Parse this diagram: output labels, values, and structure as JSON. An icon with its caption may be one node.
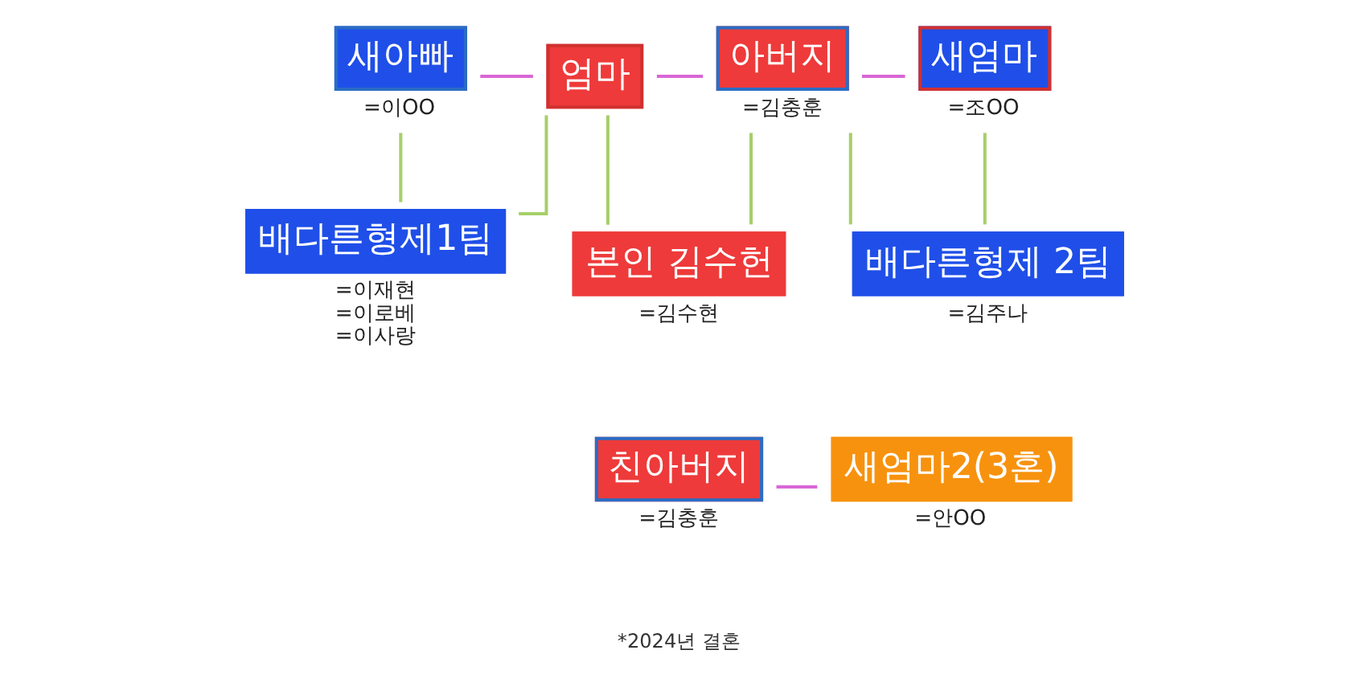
{
  "diagram": {
    "nodes": [
      {
        "text": [
          "새아빠"
        ],
        "beside": [
          "=이OO"
        ]
      },
      {
        "text": [
          "엄마"
        ]
      },
      {
        "text": [
          "아버지"
        ],
        "beside": [
          "=김충훈"
        ]
      },
      {
        "text": [
          "새엄마"
        ],
        "beside": [
          "=조OO"
        ]
      },
      {
        "text": [
          "배다른형제1팀"
        ],
        "beside": [
          "=이재현",
          "=이로베",
          "=이사랑"
        ]
      },
      {
        "text": [
          "본인 김수헌"
        ],
        "beside": [
          "=김수현"
        ]
      },
      {
        "text": [
          "배다른형제 2팀"
        ],
        "beside": [
          "=김주나"
        ]
      },
      {
        "text": [
          "친아버지"
        ],
        "beside": [
          "=김충훈"
        ]
      },
      {
        "text": [
          "새엄마2(3혼)"
        ],
        "beside": [
          "=안OO"
        ]
      }
    ],
    "edges": [
      {
        "from": 0,
        "to": 1,
        "arrow": "none",
        "color": "#d966d6"
      },
      {
        "from": 1,
        "to": 2,
        "arrow": "none",
        "color": "#d966d6"
      },
      {
        "from": 2,
        "to": 3,
        "arrow": "none",
        "color": "#d966d6"
      },
      {
        "from": 0,
        "to": 4,
        "arrow": "none",
        "color": "#a6cf6a"
      },
      {
        "from": 1,
        "to": 4,
        "arrow": "none",
        "color": "#a6cf6a"
      },
      {
        "from": 1,
        "to": 5,
        "arrow": "none",
        "color": "#a6cf6a"
      },
      {
        "from": 2,
        "to": 5,
        "arrow": "none",
        "color": "#a6cf6a"
      },
      {
        "from": 2,
        "to": 6,
        "arrow": "none",
        "color": "#a6cf6a"
      },
      {
        "from": 3,
        "to": 6,
        "arrow": "none",
        "color": "#a6cf6a"
      },
      {
        "from": 7,
        "to": 8,
        "arrow": "none",
        "color": "#d966d6"
      }
    ],
    "labels": [
      "*2024년 결혼"
    ]
  }
}
